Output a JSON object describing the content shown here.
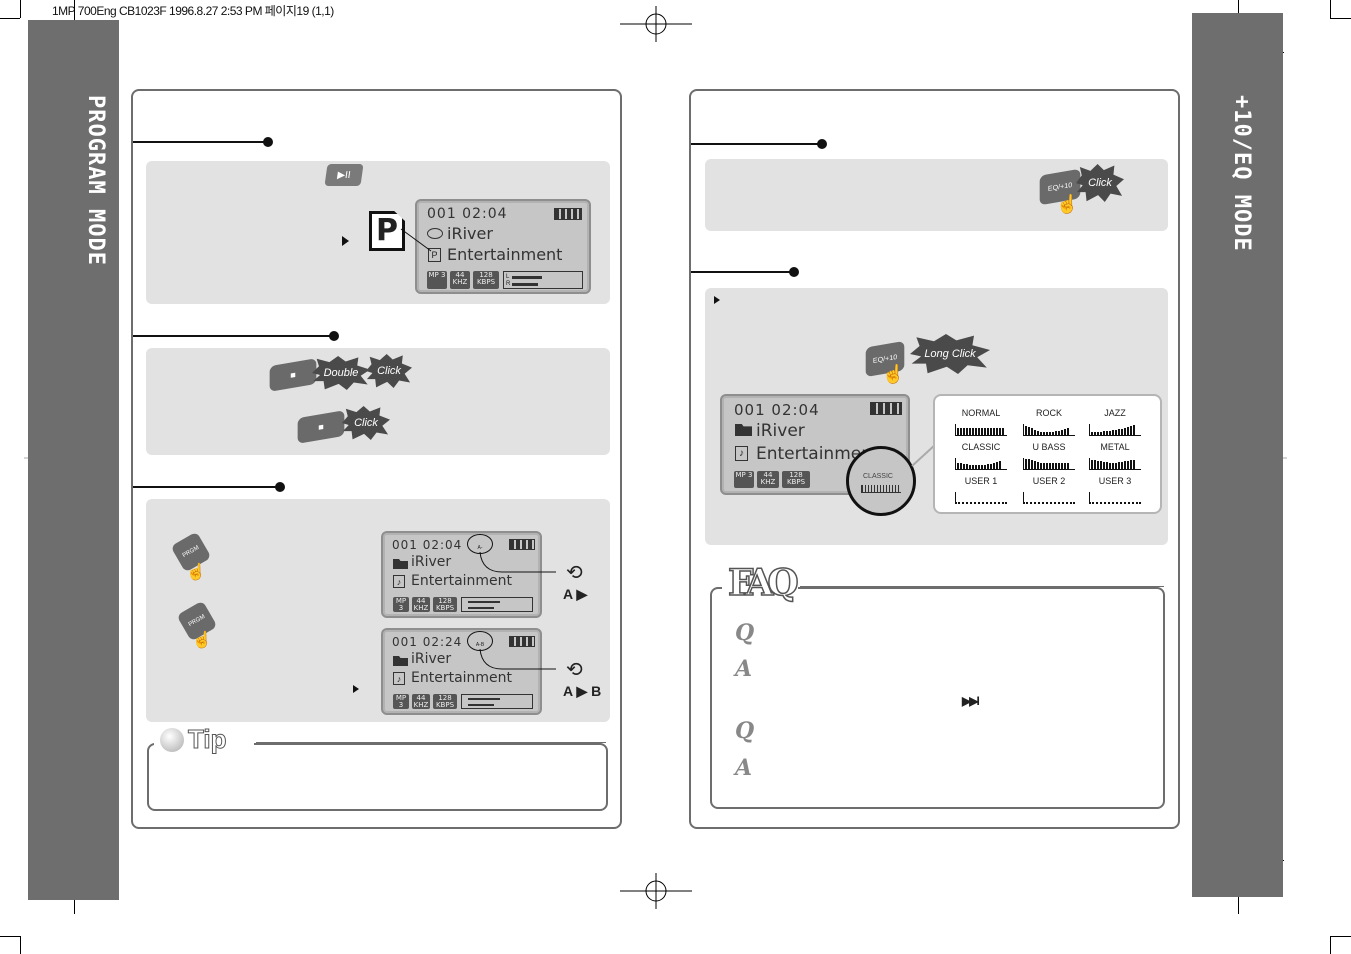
{
  "header_line": "1MP 700Eng CB1023F  1996.8.27 2:53 PM 페이지19 (1,1)",
  "left_page": {
    "side_title": "PROGRAM MODE",
    "lcd_1": {
      "time": "001  02:04",
      "line1": "iRiver",
      "line2": "Entertainment",
      "badges": [
        "MP 3",
        "44 KHZ",
        "128 KBPS"
      ],
      "lr": [
        "L",
        "R"
      ]
    },
    "program_letter": "P",
    "play_button_symbol": "▶II",
    "stop_symbol": "■",
    "double_label": "Double",
    "click_label": "Click",
    "prgm_label": "PRGM",
    "lcd_ab1": {
      "time": "001  02:04",
      "line1": "iRiver",
      "line2": "Entertainment",
      "loop_badge": "A-",
      "tag": "A ▶",
      "badges": [
        "MP 3",
        "44 KHZ",
        "128 KBPS"
      ]
    },
    "lcd_ab2": {
      "time": "001  02:24",
      "line1": "iRiver",
      "line2": "Entertainment",
      "loop_badge": "A-B",
      "tag": "A ▶ B",
      "badges": [
        "MP 3",
        "44 KHZ",
        "128 KBPS"
      ]
    },
    "tip_label": "Tip"
  },
  "right_page": {
    "side_title": "+10/EQ MODE",
    "eq_button_label": "EQ/+10",
    "click_label": "Click",
    "long_click_label": "Long Click",
    "lcd_eq": {
      "time": "001  02:04",
      "line1": "iRiver",
      "line2": "Entertainment",
      "badges": [
        "MP 3",
        "44 KHZ",
        "128 KBPS"
      ],
      "classic_tag": "CLASSIC"
    },
    "eq_modes": [
      "NORMAL",
      "ROCK",
      "JAZZ",
      "CLASSIC",
      "U BASS",
      "METAL",
      "USER  1",
      "USER  2",
      "USER  3"
    ],
    "faq_label": "FAQ",
    "faq_q": "Q",
    "faq_a": "A",
    "skip_symbol": "▶▶I"
  }
}
